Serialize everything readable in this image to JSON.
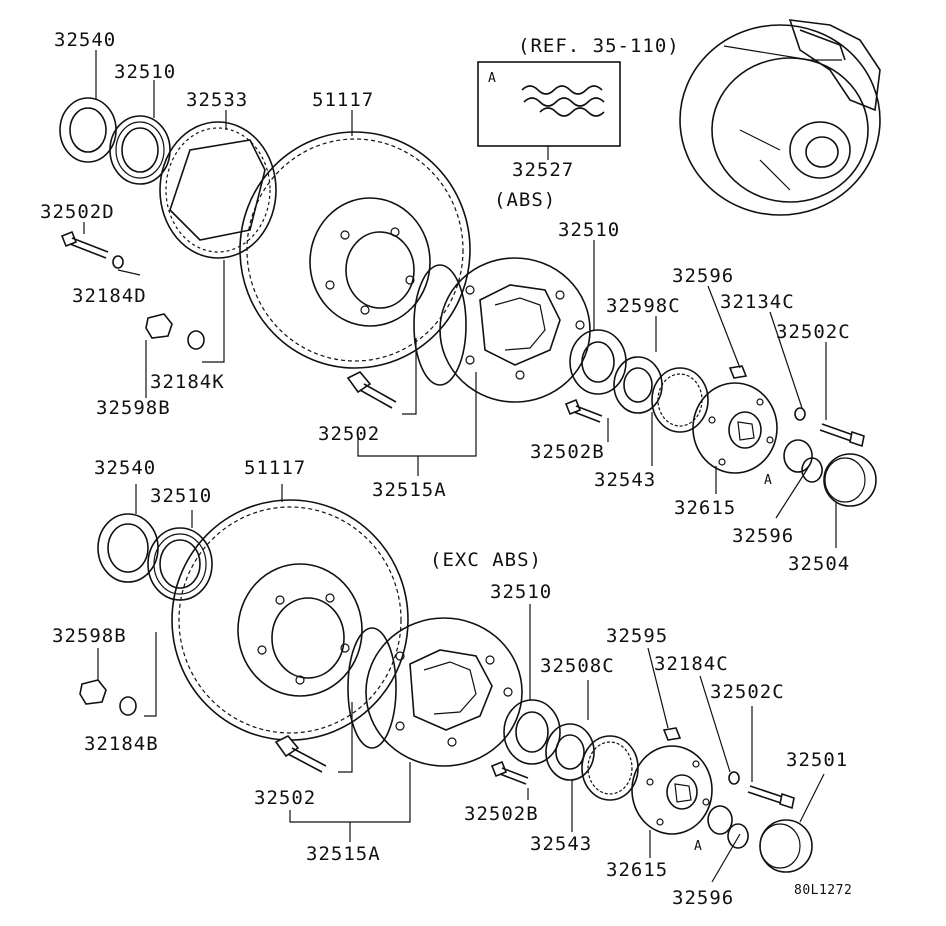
{
  "labels": {
    "top_32540": "32540",
    "top_32510": "32510",
    "top_32533": "32533",
    "top_51117": "51117",
    "ref": "(REF. 35-110)",
    "box_a": "A",
    "top_32527": "32527",
    "abs": "(ABS)",
    "top_32502d": "32502D",
    "top_32184d": "32184D",
    "top_32510b": "32510",
    "top_32596": "32596",
    "top_32598c": "32598C",
    "top_32134c": "32134C",
    "top_32502c": "32502C",
    "top_32184k": "32184K",
    "top_32598b": "32598B",
    "top_32502": "32502",
    "top_32502b": "32502B",
    "top_32543": "32543",
    "top_32515a": "32515A",
    "top_a2": "A",
    "top_32615": "32615",
    "top_32596b": "32596",
    "top_32504": "32504",
    "bot_32540": "32540",
    "bot_32510": "32510",
    "bot_51117": "51117",
    "exc_abs": "(EXC ABS)",
    "bot_32510b": "32510",
    "bot_32595": "32595",
    "bot_32598b": "32598B",
    "bot_32508c": "32508C",
    "bot_32184c": "32184C",
    "bot_32502c": "32502C",
    "bot_32184b": "32184B",
    "bot_32501": "32501",
    "bot_32502": "32502",
    "bot_32502b": "32502B",
    "bot_32543": "32543",
    "bot_a": "A",
    "bot_32515a": "32515A",
    "bot_32615": "32615",
    "bot_32596": "32596",
    "code": "80L1272"
  }
}
